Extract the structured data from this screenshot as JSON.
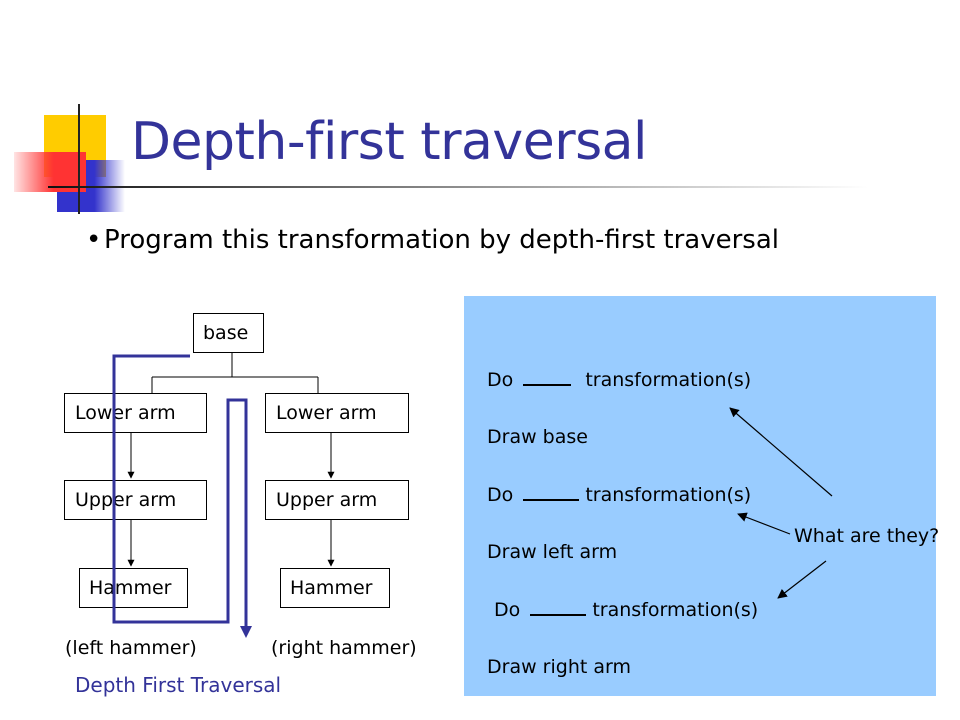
{
  "slide": {
    "title": "Depth-first traversal",
    "bullet": "Program this transformation by depth-first traversal"
  },
  "tree": {
    "root": "base",
    "left_lower": "Lower arm",
    "right_lower": "Lower arm",
    "left_upper": "Upper arm",
    "right_upper": "Upper arm",
    "left_hammer": "Hammer",
    "right_hammer": "Hammer",
    "left_caption": "(left hammer)",
    "right_caption": "(right hammer)"
  },
  "caption": "Depth First Traversal",
  "panel": {
    "steps": [
      {
        "pre": "Do",
        "post": "transformation(s)"
      },
      {
        "text": "Draw base"
      },
      {
        "pre": "Do",
        "post": "transformation(s)"
      },
      {
        "text": "Draw left arm"
      },
      {
        "pre": "Do",
        "post": "transformation(s)"
      },
      {
        "text": "Draw right arm"
      }
    ],
    "question": "What are they?"
  },
  "colors": {
    "title": "#333399",
    "panel": "#99ccff",
    "traversal_path": "#333399",
    "deco_yellow": "#ffcc00",
    "deco_blue": "#3333cc",
    "deco_red": "#ff3333"
  }
}
